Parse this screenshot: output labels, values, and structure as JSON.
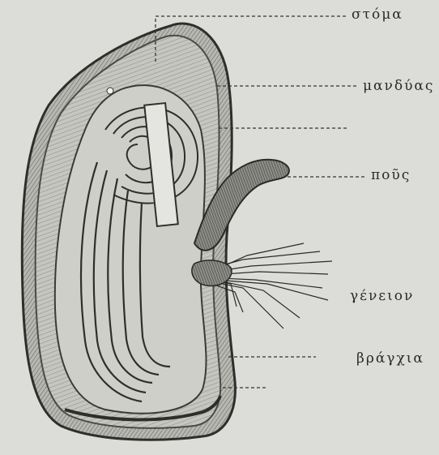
{
  "labels": {
    "stoma": "στόμα",
    "mandyas": "μανδύας",
    "pous": "ποῦς",
    "geneion": "γένειον",
    "vragchia": "βράγχια"
  }
}
